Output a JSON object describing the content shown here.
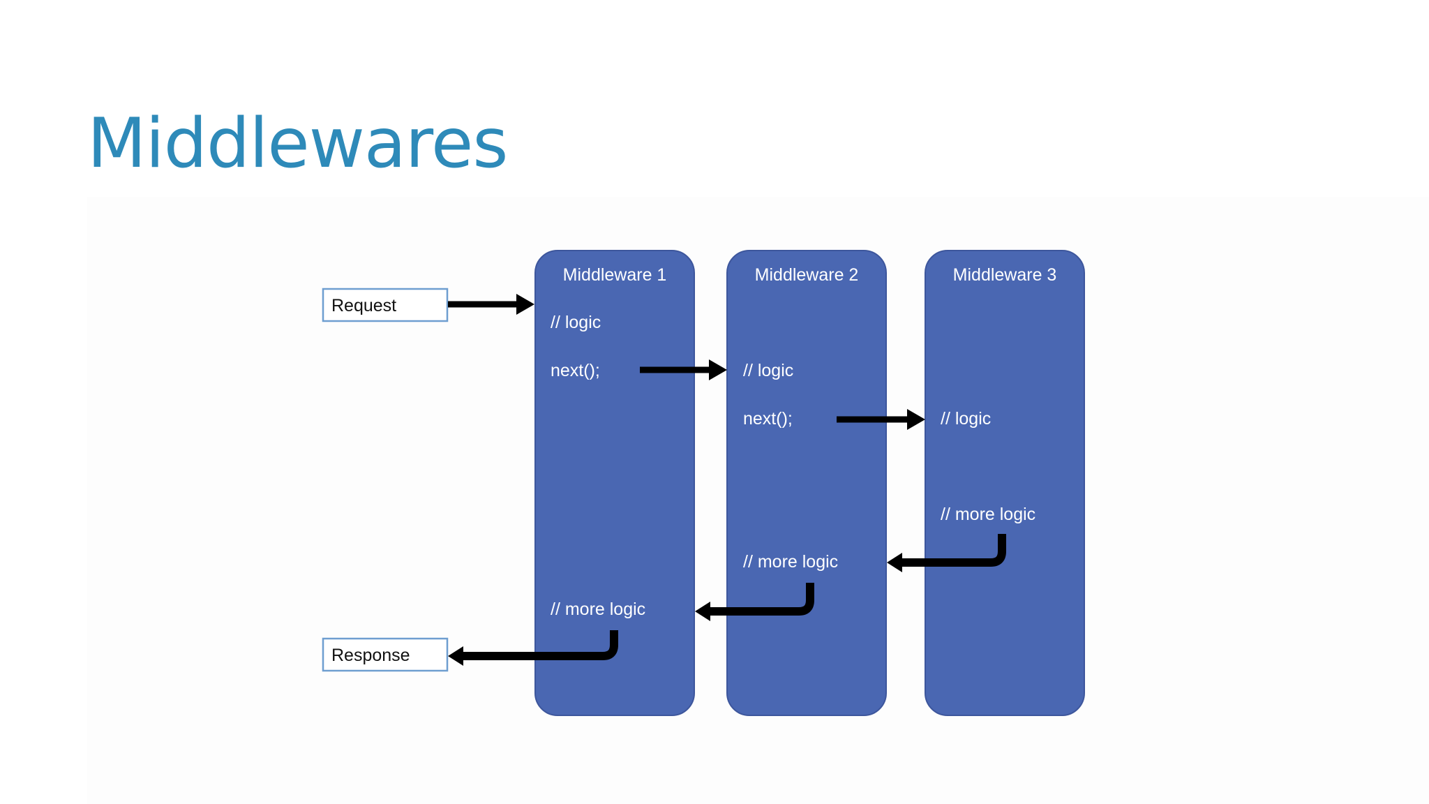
{
  "slide": {
    "title": "Middlewares"
  },
  "diagram": {
    "request_label": "Request",
    "response_label": "Response",
    "middlewares": [
      {
        "name": "Middleware 1",
        "lines": [
          "// logic",
          "next();",
          "// more logic"
        ]
      },
      {
        "name": "Middleware 2",
        "lines": [
          "// logic",
          "next();",
          "// more logic"
        ]
      },
      {
        "name": "Middleware 3",
        "lines": [
          "// logic",
          "// more logic"
        ]
      }
    ]
  },
  "colors": {
    "title": "#2e8ab9",
    "middleware_fill": "#4a67b2",
    "io_box_border": "#6e9ed0",
    "arrow": "#000000"
  }
}
